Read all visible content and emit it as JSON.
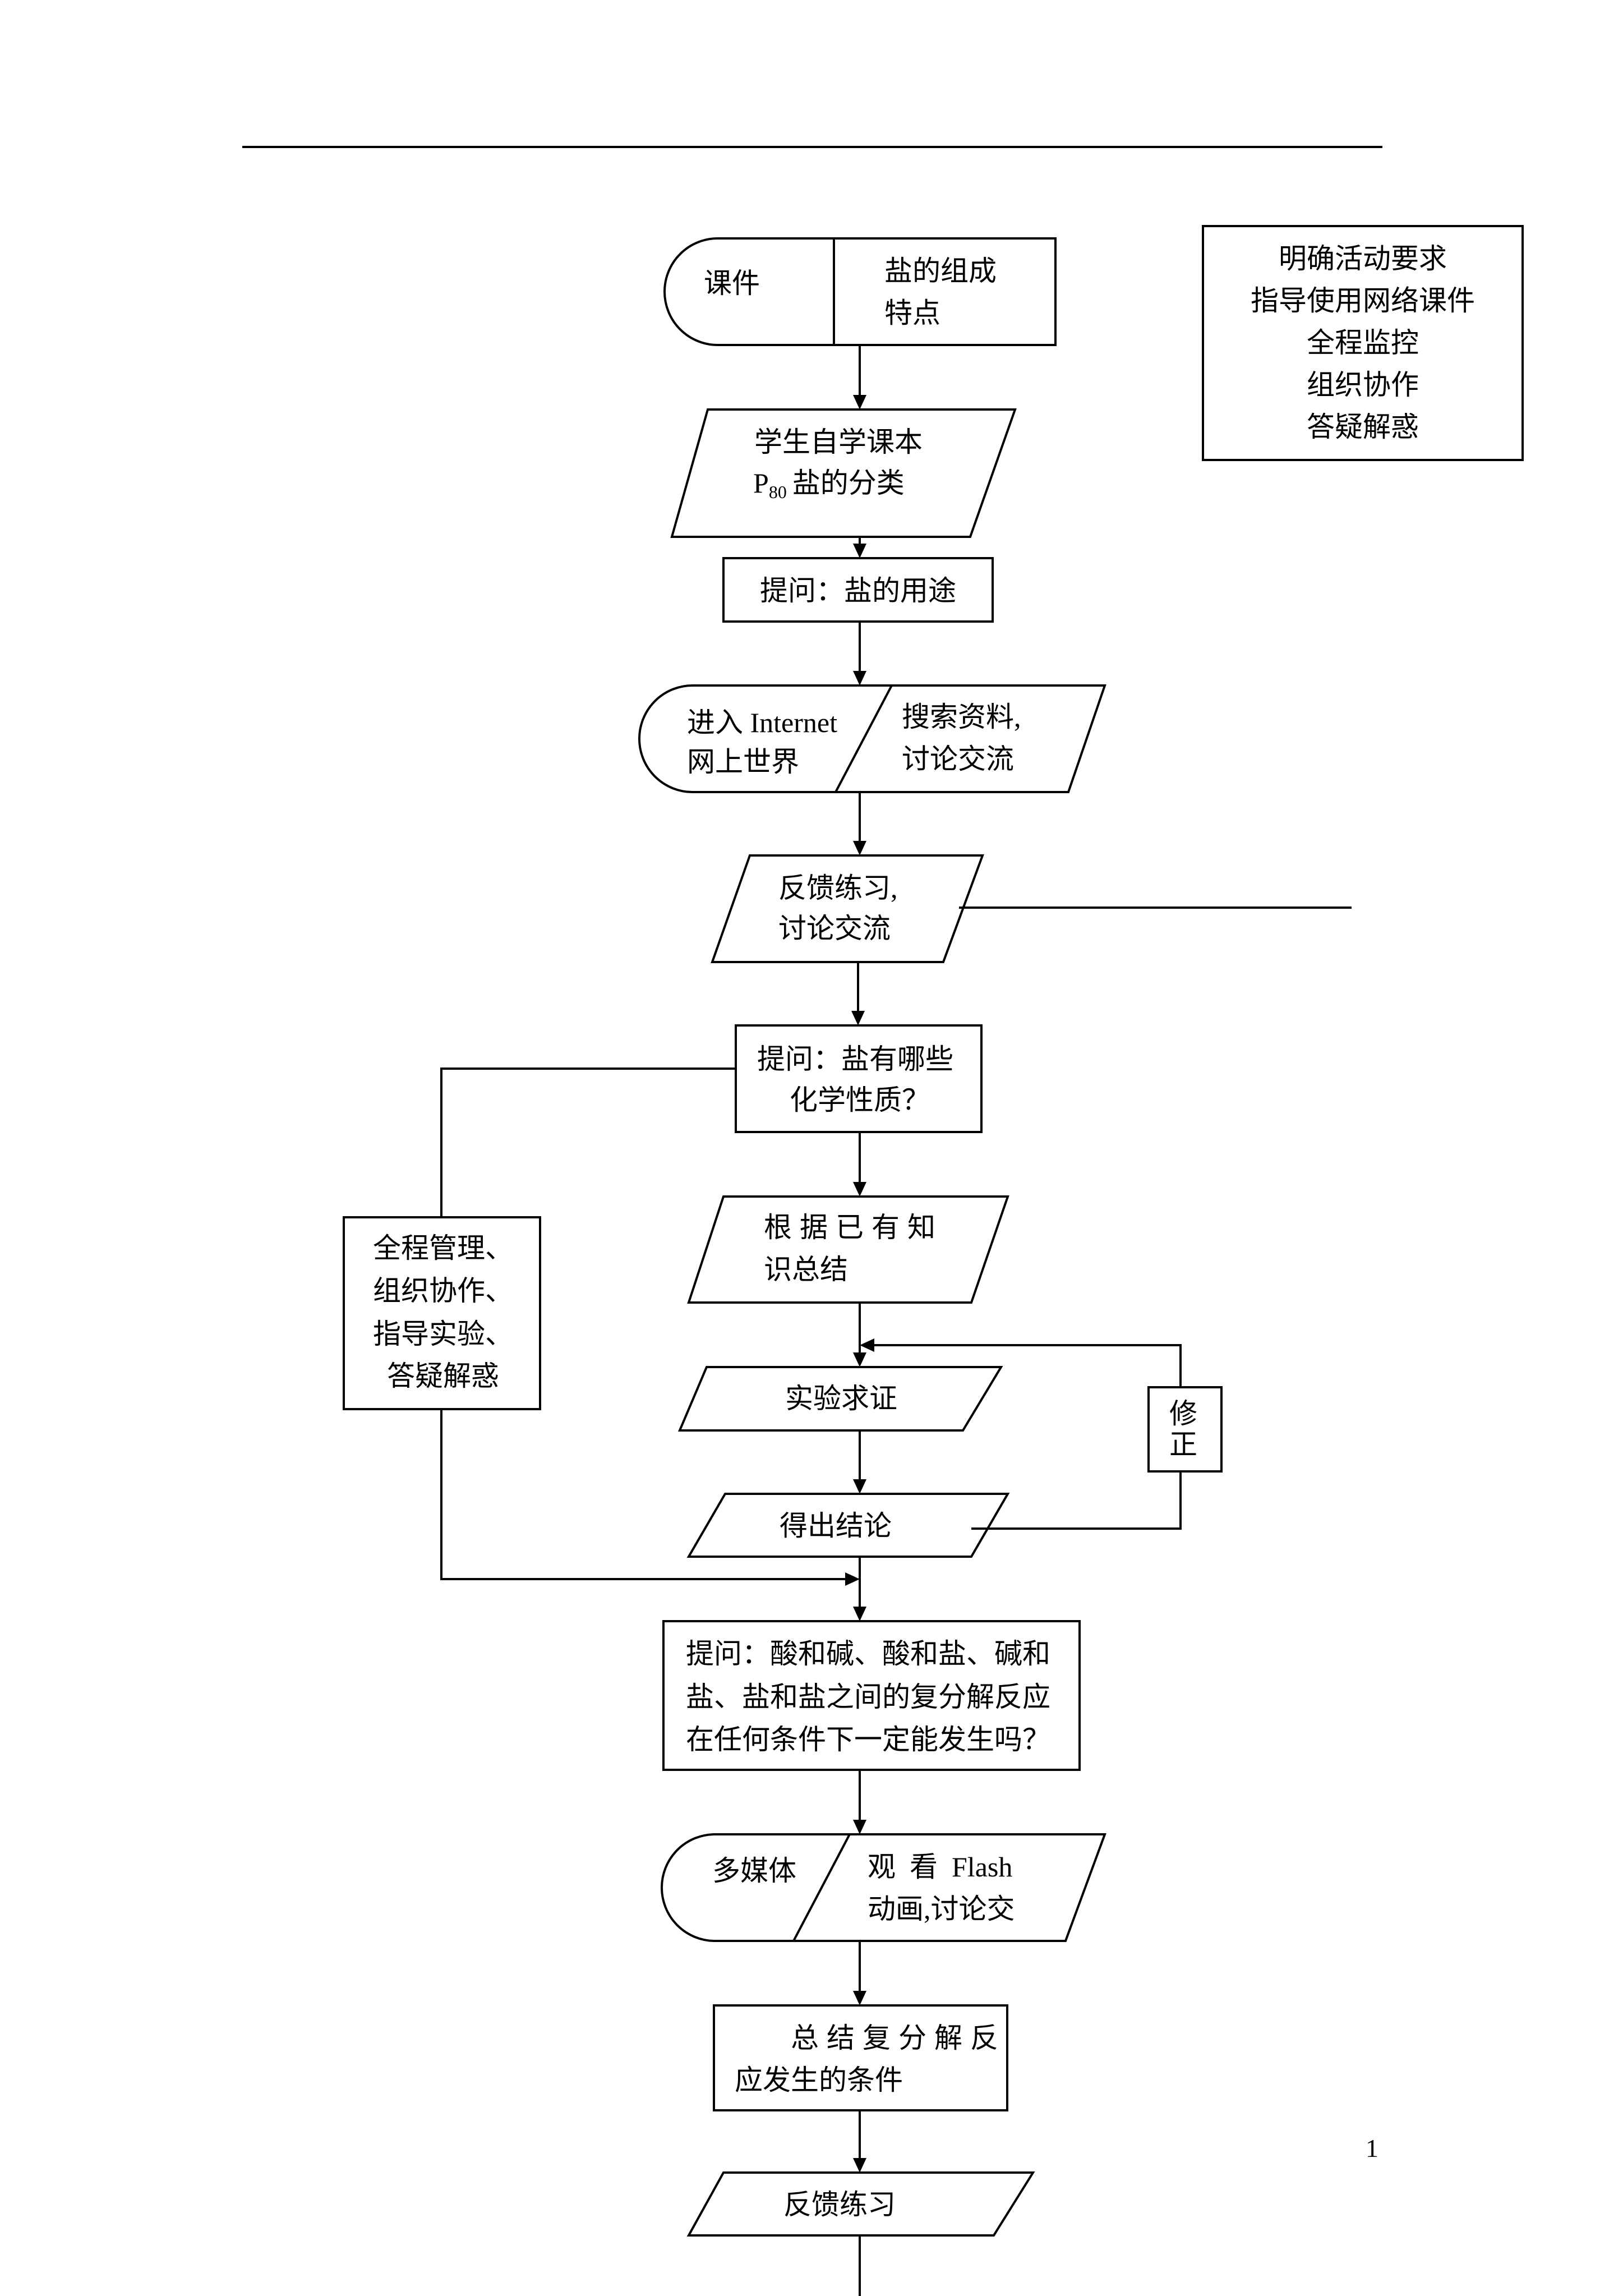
{
  "header_rule": "",
  "page_number": "1",
  "notes_box": [
    "明确活动要求",
    "指导使用网络课件",
    "全程监控",
    "组织协作",
    "答疑解惑"
  ],
  "left_box": [
    "全程管理、",
    "组织协作、",
    "指导实验、",
    "答疑解惑"
  ],
  "revise_box": [
    "修",
    "正"
  ],
  "nodes": {
    "courseware": {
      "left": "课件",
      "right": [
        "盐的组成",
        "特点"
      ]
    },
    "self_study": {
      "line1": "学生自学课本",
      "line2_prefix": "P",
      "line2_sub": "80",
      "line2_rest": "盐的分类"
    },
    "q_use": "提问：盐的用途",
    "internet": {
      "left": [
        "进入 Internet",
        "网上世界"
      ],
      "right": [
        "搜索资料,",
        "讨论交流"
      ]
    },
    "feedback1": [
      "反馈练习,",
      "讨论交流"
    ],
    "q_props": [
      "提问：盐有哪些",
      "化学性质？"
    ],
    "summarize": [
      "根据已有知",
      "识总结"
    ],
    "experiment": "实验求证",
    "conclusion": "得出结论",
    "q_conditions": [
      "提问：酸和碱、酸和盐、碱和",
      "盐、盐和盐之间的复分解反应",
      "在任何条件下一定能发生吗？"
    ],
    "multimedia": {
      "left": "多媒体",
      "right": [
        "观  看  Flash",
        "动画,讨论交"
      ]
    },
    "summary_cond": [
      "总结复分解反",
      "应发生的条件"
    ],
    "feedback2": "反馈练习"
  }
}
